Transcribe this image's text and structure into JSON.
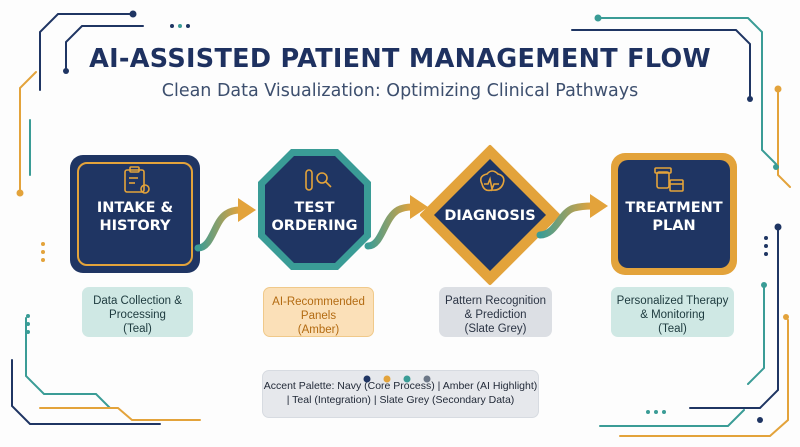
{
  "header": {
    "title": "AI-ASSISTED PATIENT MANAGEMENT FLOW",
    "subtitle": "Clean Data Visualization: Optimizing Clinical Pathways"
  },
  "colors": {
    "navy": "#1f3563",
    "amber": "#e3a33b",
    "teal": "#3a9c96",
    "slate": "#6c7787"
  },
  "steps": [
    {
      "label": "INTAKE &\nHISTORY",
      "icon": "clipboard-gear-icon",
      "description": "Data Collection &\nProcessing\n(Teal)"
    },
    {
      "label": "TEST\nORDERING",
      "icon": "test-tube-magnifier-icon",
      "description": "AI-Recommended\nPanels\n(Amber)"
    },
    {
      "label": "DIAGNOSIS",
      "icon": "brain-pulse-icon",
      "description": "Pattern Recognition\n& Prediction\n(Slate Grey)"
    },
    {
      "label": "TREATMENT\nPLAN",
      "icon": "pill-bottle-calendar-icon",
      "description": "Personalized Therapy\n& Monitoring\n(Teal)"
    }
  ],
  "legend": {
    "text": "Accent Palette: Navy (Core Process) | Amber (AI Highlight)\n| Teal (Integration) | Slate Grey (Secondary Data)"
  }
}
